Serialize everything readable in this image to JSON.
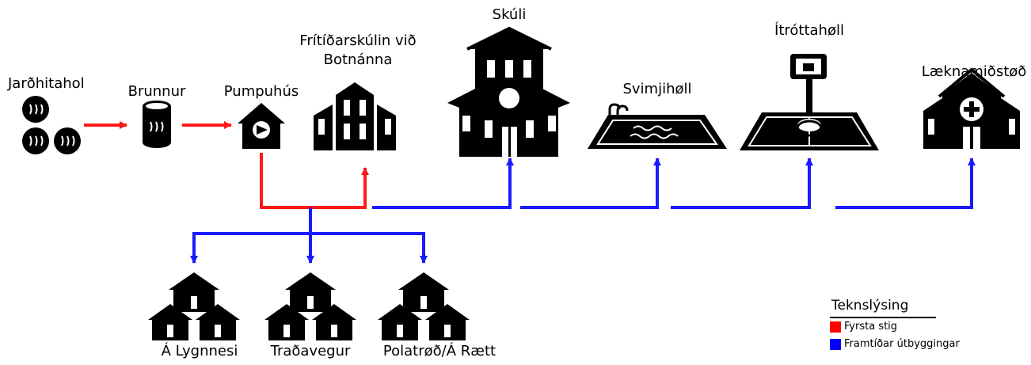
{
  "diagram": {
    "nodes": {
      "geothermal_wells": {
        "label": "Jarðhitahol",
        "icon": "geothermal-wells-icon"
      },
      "tank": {
        "label": "Brunnur",
        "icon": "tank-icon"
      },
      "pump_house": {
        "label": "Pumpuhús",
        "icon": "pump-house-icon"
      },
      "leisure_school": {
        "label": "Frítíðarskúlin við Botnánna",
        "icon": "building-icon"
      },
      "school": {
        "label": "Skúli",
        "icon": "school-icon"
      },
      "swimming_hall": {
        "label": "Svimjihøll",
        "icon": "swimming-pool-icon"
      },
      "sports_hall": {
        "label": "Ítróttahøll",
        "icon": "basketball-court-icon"
      },
      "health_center": {
        "label": "Læknamiðstøð",
        "icon": "health-center-icon"
      },
      "housing_1": {
        "label": "Á Lygnnesi",
        "icon": "houses-icon"
      },
      "housing_2": {
        "label": "Traðavegur",
        "icon": "houses-icon"
      },
      "housing_3": {
        "label": "Polatrøð/Á Rætt",
        "icon": "houses-icon"
      }
    },
    "connections": [
      {
        "from": "Jarðhitahol",
        "to": "Brunnur",
        "phase": "first"
      },
      {
        "from": "Brunnur",
        "to": "Pumpuhús",
        "phase": "first"
      },
      {
        "from": "Pumpuhús",
        "to": "Frítíðarskúlin við Botnánna",
        "phase": "first"
      },
      {
        "from": "Pumpuhús",
        "to": "Skúli",
        "phase": "future"
      },
      {
        "from": "Pumpuhús",
        "to": "Svimjihøll",
        "phase": "future"
      },
      {
        "from": "Pumpuhús",
        "to": "Ítróttahøll",
        "phase": "future"
      },
      {
        "from": "Pumpuhús",
        "to": "Læknamiðstøð",
        "phase": "future"
      },
      {
        "from": "Pumpuhús",
        "to": "Á Lygnnesi",
        "phase": "future"
      },
      {
        "from": "Pumpuhús",
        "to": "Traðavegur",
        "phase": "future"
      },
      {
        "from": "Pumpuhús",
        "to": "Polatrøð/Á Rætt",
        "phase": "future"
      }
    ]
  },
  "legend": {
    "title": "Tekn­slýsing",
    "items": [
      {
        "label": "Fyrsta stig",
        "color": "#ff0000"
      },
      {
        "label": "Framtíðar útbyggingar",
        "color": "#0000ff"
      }
    ]
  },
  "colors": {
    "first": "#ff1a1a",
    "future": "#1a1aff",
    "icon": "#000000"
  }
}
